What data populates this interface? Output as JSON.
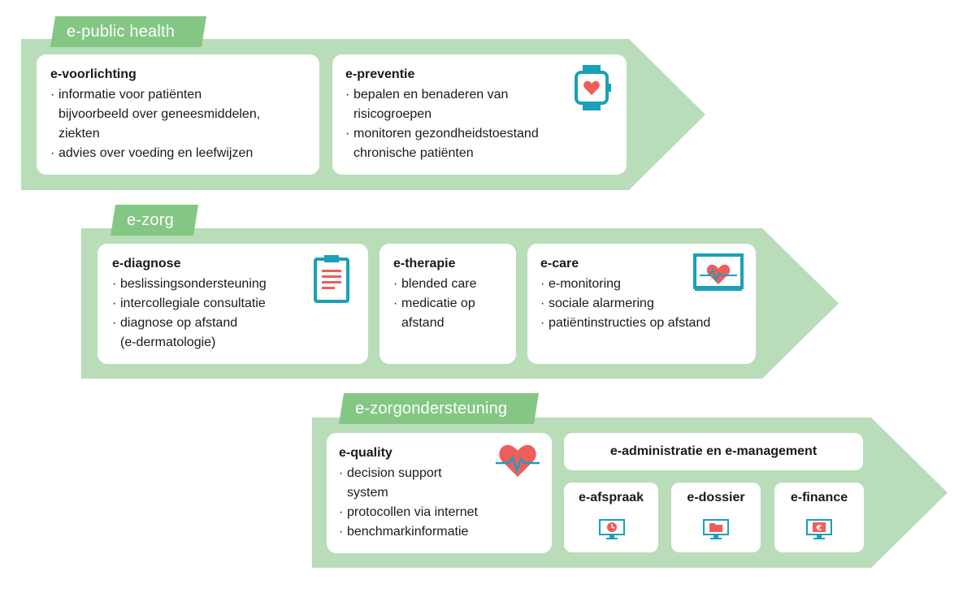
{
  "colors": {
    "arrow_fill": "#b9dcb9",
    "tab_fill": "#84c784",
    "icon_teal": "#1aa0b8",
    "icon_coral": "#ef5d5a"
  },
  "sections": {
    "public_health": {
      "tab": "e-public health",
      "voorlichting": {
        "title": "e-voorlichting",
        "items": [
          "informatie voor patiënten",
          "bijvoorbeeld over geneesmiddelen,",
          "ziekten",
          "advies over voeding en leefwijzen"
        ]
      },
      "preventie": {
        "title": "e-preventie",
        "items": [
          "bepalen en benaderen van",
          "risicogroepen",
          "monitoren gezondheidstoestand",
          "chronische patiënten"
        ],
        "icon": "smartwatch-heart-icon"
      }
    },
    "zorg": {
      "tab": "e-zorg",
      "diagnose": {
        "title": "e-diagnose",
        "items": [
          "beslissingsondersteuning",
          "intercollegiale consultatie",
          "diagnose op afstand",
          "(e-dermatologie)"
        ],
        "icon": "clipboard-icon"
      },
      "therapie": {
        "title": "e-therapie",
        "items": [
          "blended care",
          "medicatie op",
          "afstand"
        ]
      },
      "care": {
        "title": "e-care",
        "items": [
          "e-monitoring",
          "sociale alarmering",
          "patiëntinstructies op afstand"
        ],
        "icon": "heart-monitor-icon"
      }
    },
    "zorgondersteuning": {
      "tab": "e-zorgondersteuning",
      "quality": {
        "title": "e-quality",
        "items": [
          "decision support",
          "system",
          "protocollen via internet",
          "benchmarkinformatie"
        ],
        "icon": "heart-pulse-icon"
      },
      "administratie": "e-administratie en e-management",
      "afspraak": {
        "title": "e-afspraak",
        "icon": "monitor-clock-icon"
      },
      "dossier": {
        "title": "e-dossier",
        "icon": "monitor-folder-icon"
      },
      "finance": {
        "title": "e-finance",
        "icon": "monitor-euro-icon",
        "glyph": "€"
      }
    }
  }
}
